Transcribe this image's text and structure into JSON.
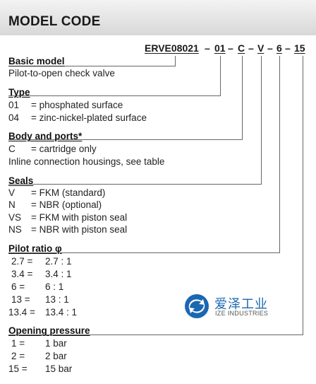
{
  "heading": "MODEL CODE",
  "code": {
    "segments": [
      "ERVE08021",
      "01",
      "C",
      "V",
      "6",
      "15"
    ],
    "separator": "–"
  },
  "basic_model": {
    "title": "Basic model",
    "description": "Pilot-to-open check valve"
  },
  "type": {
    "title": "Type",
    "items": [
      {
        "code": "01",
        "text": "= phosphated surface"
      },
      {
        "code": "04",
        "text": "= zinc-nickel-plated surface"
      }
    ]
  },
  "body_ports": {
    "title": "Body and ports*",
    "items": [
      {
        "code": "C",
        "text": "= cartridge only"
      }
    ],
    "note": "Inline connection housings, see table"
  },
  "seals": {
    "title": "Seals",
    "items": [
      {
        "code": "V",
        "text": "= FKM (standard)"
      },
      {
        "code": "N",
        "text": "= NBR (optional)"
      },
      {
        "code": "VS",
        "text": "= FKM with piston seal"
      },
      {
        "code": "NS",
        "text": "= NBR with piston seal"
      }
    ]
  },
  "pilot_ratio": {
    "title": "Pilot ratio φ",
    "items": [
      {
        "key": "2.7 =",
        "value": "2.7 : 1"
      },
      {
        "key": "3.4 =",
        "value": "3.4 : 1"
      },
      {
        "key": "6 =",
        "value": "6 : 1"
      },
      {
        "key": "13 =",
        "value": "13 : 1"
      },
      {
        "key": "13.4 =",
        "value": "13.4 : 1"
      }
    ]
  },
  "opening_pressure": {
    "title": "Opening pressure",
    "items": [
      {
        "key": "1 =",
        "value": "1 bar"
      },
      {
        "key": "2 =",
        "value": "2 bar"
      },
      {
        "key": "15 =",
        "value": "15 bar"
      }
    ]
  },
  "watermark": {
    "name_cn": "爱泽工业",
    "name_en": "IZE INDUSTRIES",
    "color": "#1b67b2"
  }
}
